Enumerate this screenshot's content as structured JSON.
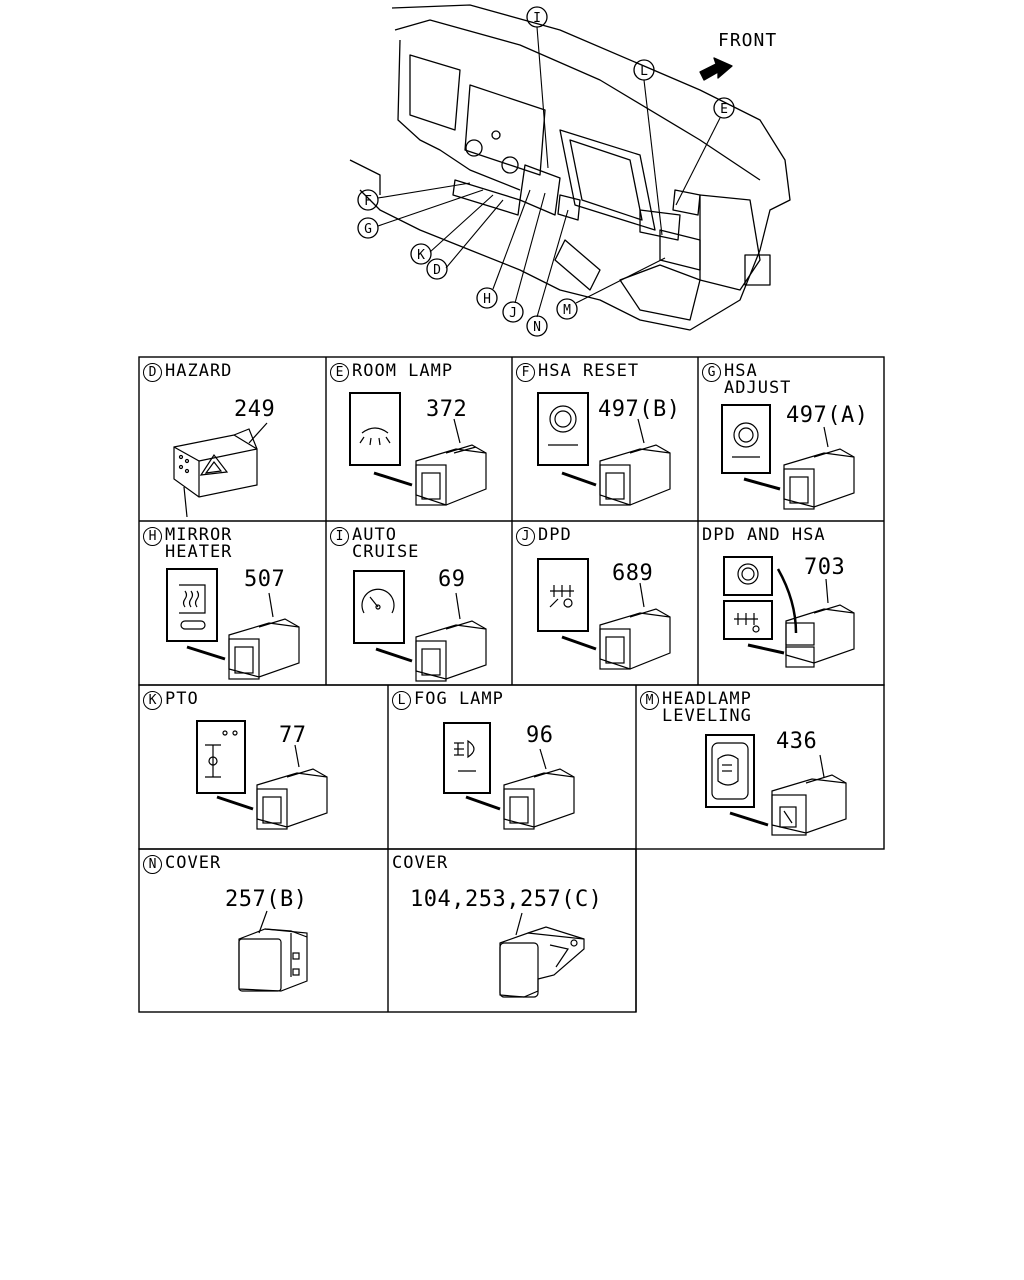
{
  "overview": {
    "front_label": "FRONT",
    "callouts": [
      "I",
      "L",
      "E",
      "F",
      "G",
      "K",
      "D",
      "H",
      "J",
      "N",
      "M"
    ]
  },
  "cells": [
    {
      "letter": "D",
      "title": "HAZARD",
      "part": "249"
    },
    {
      "letter": "E",
      "title": "ROOM LAMP",
      "part": "372"
    },
    {
      "letter": "F",
      "title": "HSA RESET",
      "part": "497(B)"
    },
    {
      "letter": "G",
      "title": "HSA\nADJUST",
      "part": "497(A)"
    },
    {
      "letter": "H",
      "title": "MIRROR\nHEATER",
      "part": "507"
    },
    {
      "letter": "I",
      "title": "AUTO\nCRUISE",
      "part": "69"
    },
    {
      "letter": "J",
      "title": "DPD",
      "part": "689"
    },
    {
      "letter": "",
      "title": "DPD AND HSA",
      "part": "703"
    },
    {
      "letter": "K",
      "title": "PTO",
      "part": "77"
    },
    {
      "letter": "L",
      "title": "FOG LAMP",
      "part": "96"
    },
    {
      "letter": "M",
      "title": "HEADLAMP\nLEVELING",
      "part": "436"
    },
    {
      "letter": "N",
      "title": "COVER",
      "part": "257(B)"
    },
    {
      "letter": "",
      "title": "COVER",
      "part": "104,253,257(C)"
    }
  ]
}
